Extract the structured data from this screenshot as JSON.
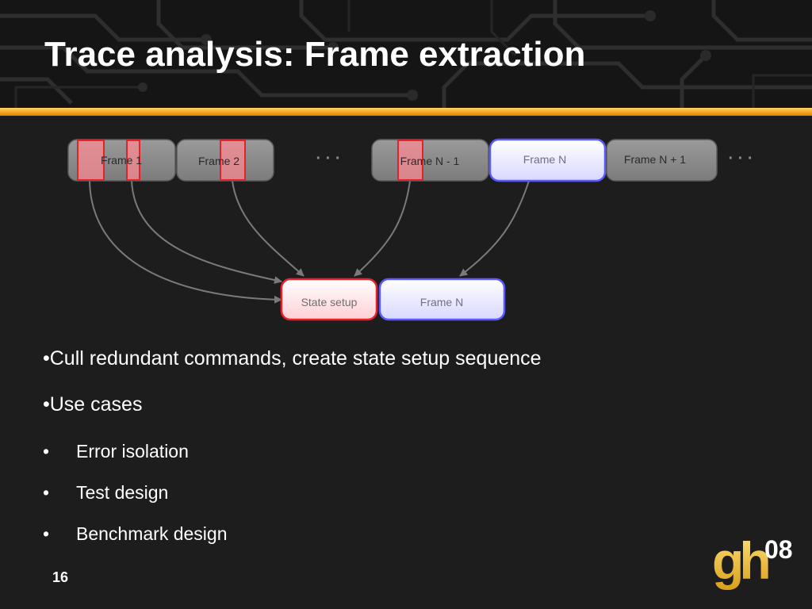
{
  "slide": {
    "title": "Trace analysis: Frame extraction",
    "page_number": "16"
  },
  "diagram": {
    "top_row": {
      "frame1": "Frame 1",
      "frame2": "Frame 2",
      "ellipsis1": "· · ·",
      "frame_n_minus_1": "Frame N - 1",
      "frame_n": "Frame N",
      "frame_n_plus_1": "Frame N + 1",
      "ellipsis2": "· · ·"
    },
    "bottom_row": {
      "state_setup": "State setup",
      "frame_n": "Frame N"
    }
  },
  "bullets": {
    "item1": "•Cull redundant commands, create state setup sequence",
    "item2": "•Use cases",
    "sub_marker": "•",
    "sub_items": [
      "Error isolation",
      "Test design",
      "Benchmark design"
    ]
  },
  "logo": {
    "letters": "gh",
    "year": "08"
  },
  "colors": {
    "accent": "#f5a623",
    "highlight_red": "#e8202a",
    "highlight_blue": "#5a5aff",
    "background": "#1d1d1d"
  }
}
